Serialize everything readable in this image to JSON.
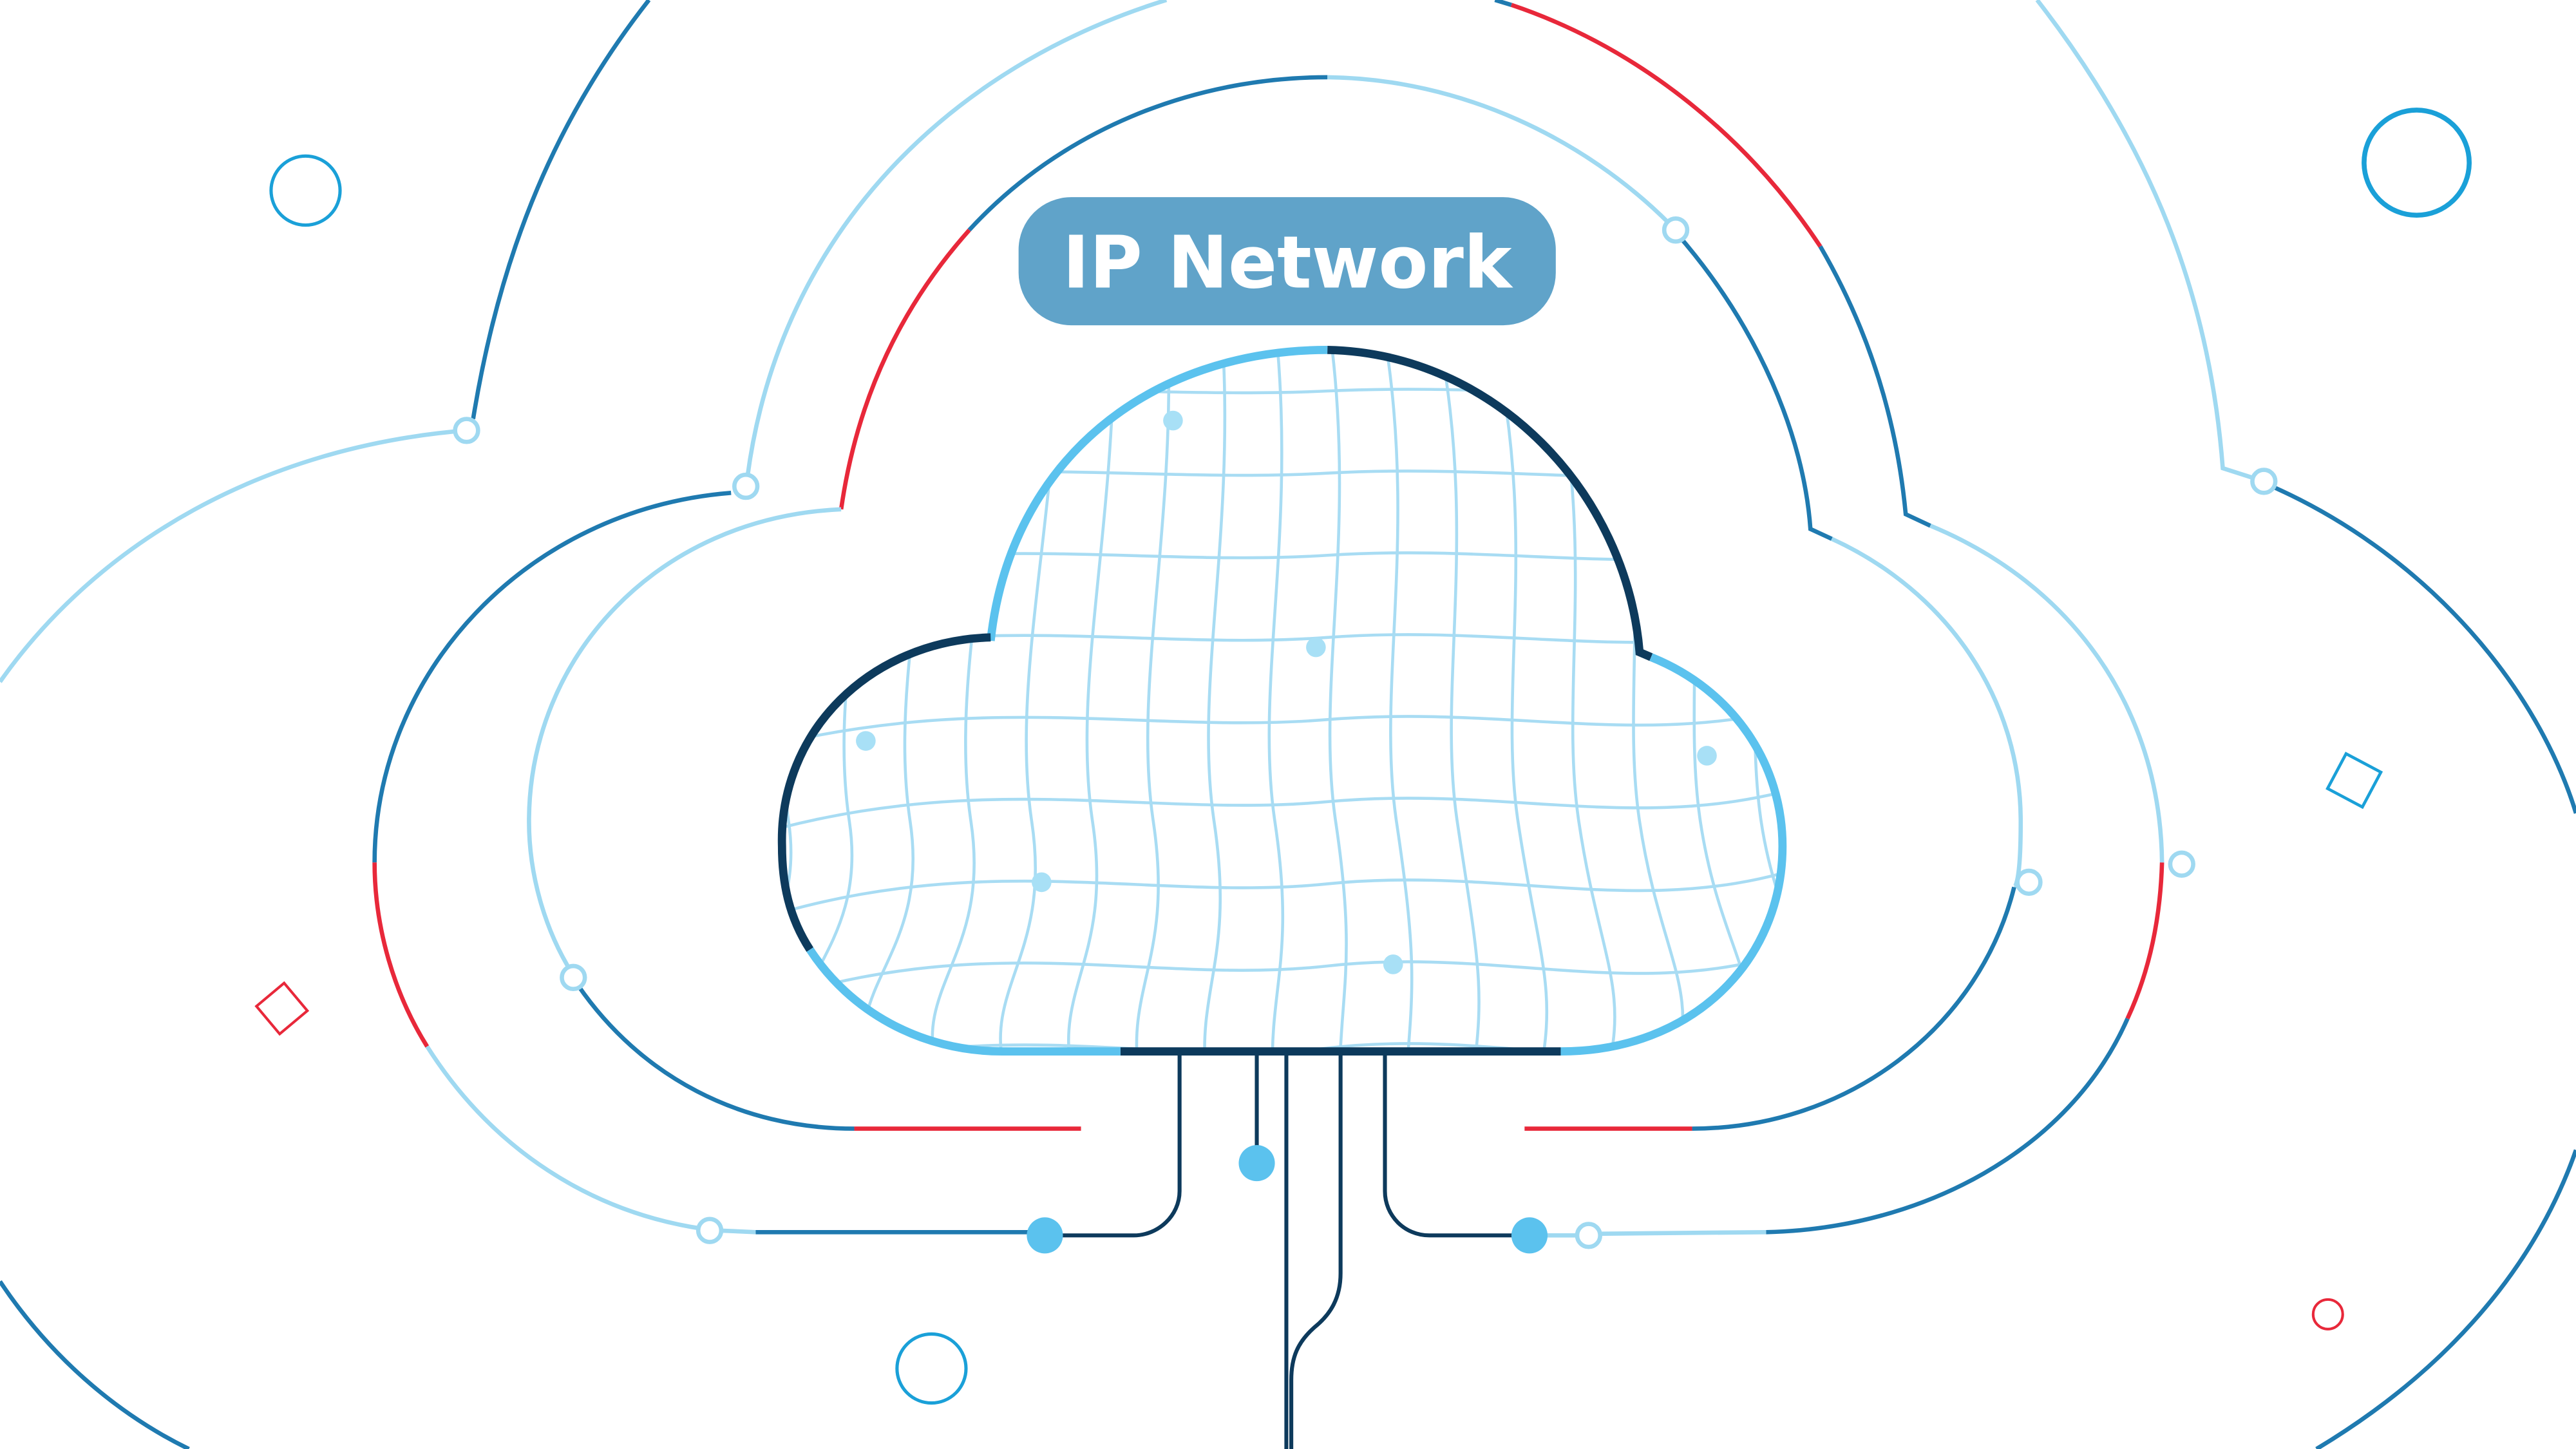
{
  "title": "IP Network",
  "colors": {
    "dark_blue": "#1f7ab0",
    "light_blue": "#9fd9f1",
    "red": "#e8283a",
    "navy": "#0d3a5c",
    "sky": "#5bc2ee",
    "label_bg": "#60a3c9"
  },
  "icons": [
    "cloud-icon",
    "circle-decoration",
    "diamond-decoration",
    "network-node-icon"
  ]
}
